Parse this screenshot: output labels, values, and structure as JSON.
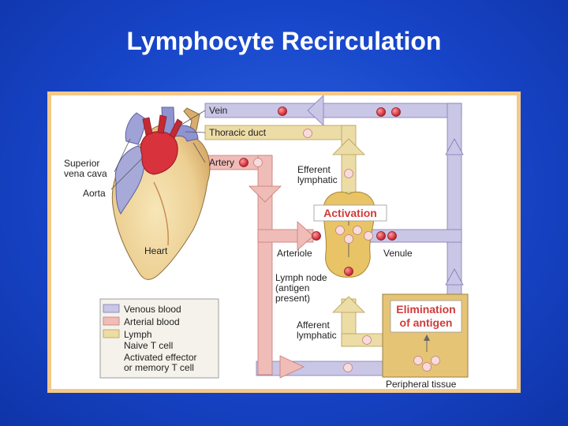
{
  "slide": {
    "title": "Lymphocyte Recirculation"
  },
  "labels": {
    "vein": "Vein",
    "thoracic_duct": "Thoracic duct",
    "artery": "Artery",
    "superior_vena_cava_1": "Superior",
    "superior_vena_cava_2": "vena cava",
    "aorta": "Aorta",
    "heart": "Heart",
    "efferent_1": "Efferent",
    "efferent_2": "lymphatic",
    "activation": "Activation",
    "arteriole": "Arteriole",
    "venule": "Venule",
    "lymph_node_1": "Lymph node",
    "lymph_node_2": "(antigen",
    "lymph_node_3": "present)",
    "afferent_1": "Afferent",
    "afferent_2": "lymphatic",
    "elimination_1": "Elimination",
    "elimination_2": "of antigen",
    "peripheral_tissue": "Peripheral tissue"
  },
  "legend": {
    "venous": "Venous blood",
    "arterial": "Arterial blood",
    "lymph": "Lymph",
    "naive": "Naive T cell",
    "activated_1": "Activated effector",
    "activated_2": "or memory T cell"
  },
  "colors": {
    "venous": "#c9c6e6",
    "arterial": "#f0bcb8",
    "lymph": "#ecdca6",
    "naive_cell": "#d8323c",
    "activated_cell": "#f7dcdc",
    "activation_text": "#d23a3a",
    "lymph_node": "#e9c466",
    "tissue_box": "#e6c476"
  }
}
